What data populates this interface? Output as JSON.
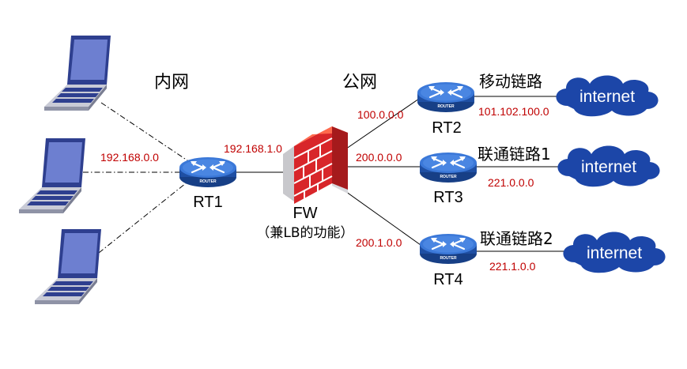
{
  "zones": {
    "inner": "内网",
    "public": "公网"
  },
  "firewall": {
    "name": "FW",
    "subtitle": "（兼LB的功能）"
  },
  "routers": {
    "rt1": "RT1",
    "rt2": "RT2",
    "rt3": "RT3",
    "rt4": "RT4",
    "device_tag": "ROUTER"
  },
  "networks": {
    "lan": "192.168.0.0",
    "rt1_fw": "192.168.1.0",
    "fw_rt2": "100.0.0.0",
    "fw_rt3": "200.0.0.0",
    "fw_rt4": "200.1.0.0",
    "rt2_wan": "101.102.100.0",
    "rt3_wan": "221.0.0.0",
    "rt4_wan": "221.1.0.0"
  },
  "links": {
    "rt2": "移动链路",
    "rt3": "联通链路1",
    "rt4": "联通链路2"
  },
  "clouds": {
    "c1": "internet",
    "c2": "internet",
    "c3": "internet"
  },
  "colors": {
    "router_body": "#1f4fa3",
    "router_top": "#3b78d8",
    "cloud": "#1c46a8",
    "firewall_brick": "#d8262a",
    "ip_text": "#c00000",
    "laptop_screen": "#6d7fd0",
    "laptop_body": "#2e3f8f"
  }
}
